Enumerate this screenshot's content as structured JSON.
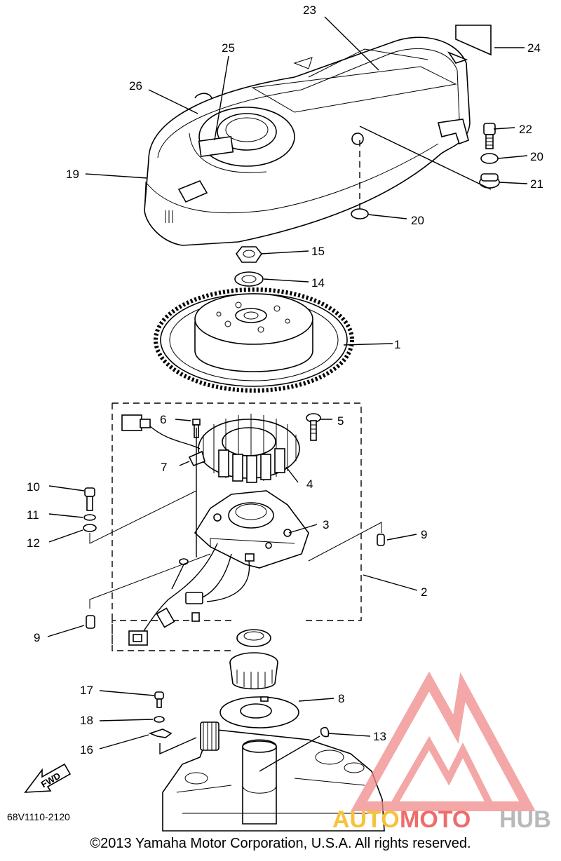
{
  "callouts": [
    {
      "id": "1",
      "text": "1"
    },
    {
      "id": "2",
      "text": "2"
    },
    {
      "id": "3",
      "text": "3"
    },
    {
      "id": "4",
      "text": "4"
    },
    {
      "id": "5",
      "text": "5"
    },
    {
      "id": "6",
      "text": "6"
    },
    {
      "id": "7",
      "text": "7"
    },
    {
      "id": "8",
      "text": "8"
    },
    {
      "id": "9a",
      "text": "9"
    },
    {
      "id": "9b",
      "text": "9"
    },
    {
      "id": "10",
      "text": "10"
    },
    {
      "id": "11",
      "text": "11"
    },
    {
      "id": "12",
      "text": "12"
    },
    {
      "id": "13",
      "text": "13"
    },
    {
      "id": "14",
      "text": "14"
    },
    {
      "id": "15",
      "text": "15"
    },
    {
      "id": "16",
      "text": "16"
    },
    {
      "id": "17",
      "text": "17"
    },
    {
      "id": "18",
      "text": "18"
    },
    {
      "id": "19",
      "text": "19"
    },
    {
      "id": "20a",
      "text": "20"
    },
    {
      "id": "20b",
      "text": "20"
    },
    {
      "id": "21",
      "text": "21"
    },
    {
      "id": "22",
      "text": "22"
    },
    {
      "id": "23",
      "text": "23"
    },
    {
      "id": "24",
      "text": "24"
    },
    {
      "id": "25",
      "text": "25"
    },
    {
      "id": "26",
      "text": "26"
    }
  ],
  "part_code": "68V1110-2120",
  "fwd_label": "FWD",
  "watermark": {
    "part1": "AUTO",
    "part2": "MOTO",
    "part3": "HUB"
  },
  "copyright": "©2013 Yamaha Motor Corporation, U.S.A. All rights reserved.",
  "colors": {
    "watermark_logo": "#f08a8a",
    "watermark_auto": "#f7c23c",
    "watermark_moto": "#ef6c6c",
    "watermark_hub": "#b9b9b9"
  }
}
